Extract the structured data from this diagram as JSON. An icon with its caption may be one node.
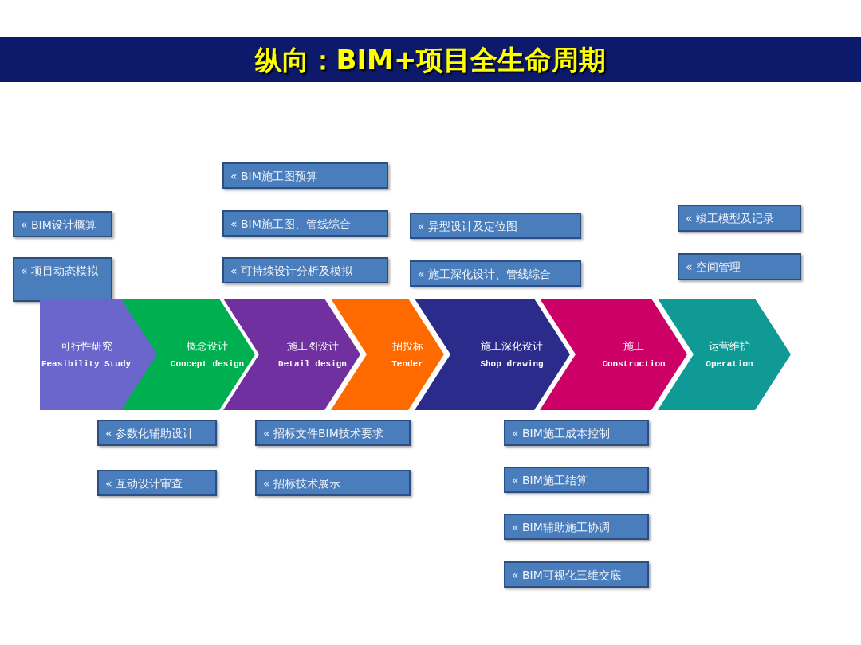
{
  "diagram": {
    "title": "纵向：BIM+项目全生命周期",
    "nodes": [
      {
        "text": [
          "« BIM施工图预算"
        ]
      },
      {
        "text": [
          "« 竣工模型及记录"
        ]
      },
      {
        "text": [
          "« BIM设计概算"
        ]
      },
      {
        "text": [
          "« BIM施工图、管线综合"
        ]
      },
      {
        "text": [
          "« 异型设计及定位图"
        ]
      },
      {
        "text": [
          "« 空间管理"
        ]
      },
      {
        "text": [
          "« 项目动态模拟"
        ]
      },
      {
        "text": [
          "« 可持续设计分析及模拟"
        ]
      },
      {
        "text": [
          "« 施工深化设计、管线综合"
        ]
      },
      {
        "text": [
          "可行性研究",
          "Feasibility Study"
        ]
      },
      {
        "text": [
          "概念设计",
          "Concept design"
        ]
      },
      {
        "text": [
          "施工图设计",
          "Detail design"
        ]
      },
      {
        "text": [
          "招投标",
          "Tender"
        ]
      },
      {
        "text": [
          "施工深化设计",
          "Shop drawing"
        ]
      },
      {
        "text": [
          "施工",
          "Construction"
        ]
      },
      {
        "text": [
          "运营维护",
          "Operation"
        ]
      },
      {
        "text": [
          "« 参数化辅助设计"
        ]
      },
      {
        "text": [
          "« 招标文件BIM技术要求"
        ]
      },
      {
        "text": [
          "« BIM施工成本控制"
        ]
      },
      {
        "text": [
          "« BIM施工结算"
        ]
      },
      {
        "text": [
          "« 互动设计审查"
        ]
      },
      {
        "text": [
          "« 招标技术展示"
        ]
      },
      {
        "text": [
          "« BIM辅助施工协调"
        ]
      },
      {
        "text": [
          "« BIM可视化三维交底"
        ]
      }
    ]
  }
}
